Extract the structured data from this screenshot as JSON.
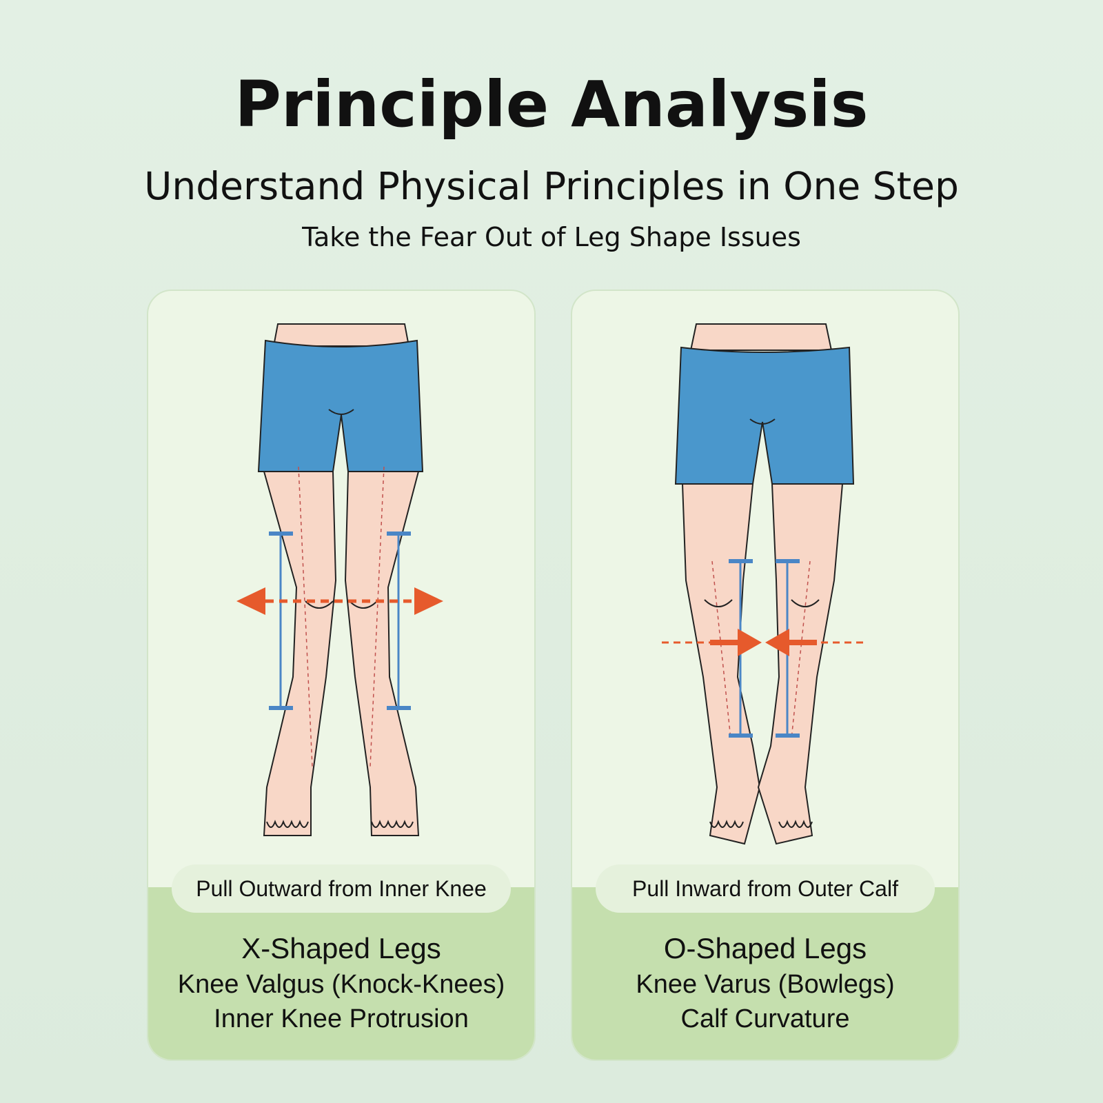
{
  "header": {
    "title": "Principle Analysis",
    "subtitle": "Understand Physical Principles in One Step",
    "tagline": "Take the Fear Out of Leg Shape Issues"
  },
  "cards": [
    {
      "instruction": "Pull Outward from Inner Knee",
      "name": "X-Shaped Legs",
      "condition": "Knee Valgus (Knock-Knees)",
      "symptom": "Inner Knee Protrusion"
    },
    {
      "instruction": "Pull Inward from Outer Calf",
      "name": "O-Shaped Legs",
      "condition": "Knee Varus (Bowlegs)",
      "symptom": "Calf Curvature"
    }
  ],
  "colors": {
    "background": "#dfeee0",
    "card": "#edf6e6",
    "card_footer": "#c5dfae",
    "shorts": "#4a97cc",
    "skin": "#f8d7c7",
    "arrow": "#e65a2c",
    "brace": "#4a86c6"
  }
}
